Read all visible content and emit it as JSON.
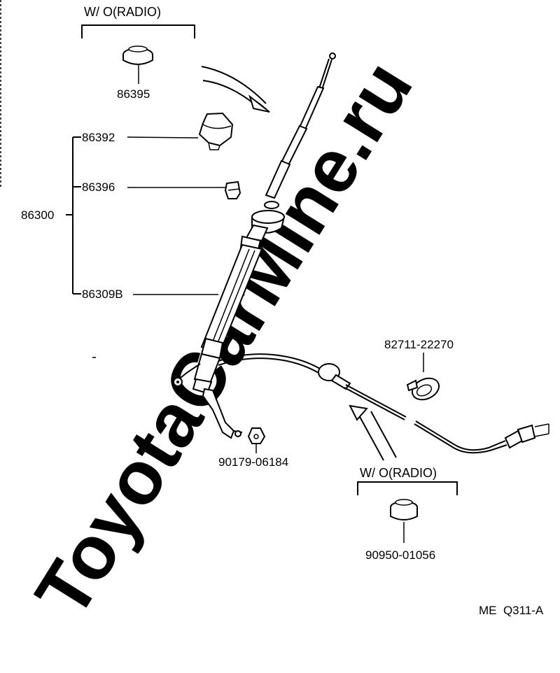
{
  "watermark": "ToyotaCarMine.ru",
  "headers": {
    "top": "W/ O(RADIO)",
    "bottom": "W/ O(RADIO)"
  },
  "parts": {
    "p86395": "86395",
    "p86392": "86392",
    "p86396": "86396",
    "p86300": "86300",
    "p86309B": "86309B",
    "p82711": "82711-22270",
    "p90179": "90179-06184",
    "p90950": "90950-01056"
  },
  "footer": {
    "code": "ME  Q311-A"
  },
  "colors": {
    "lines": "#000000",
    "background": "#ffffff",
    "watermark": "#eaeaea"
  }
}
